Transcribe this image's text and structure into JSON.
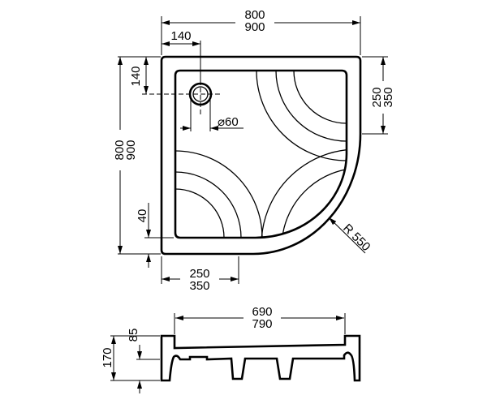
{
  "title": "Quarter-circle shower tray dimension drawing",
  "dimensions": {
    "overall_width_a": "800",
    "overall_width_b": "900",
    "drain_offset_x": "140",
    "drain_offset_y": "140",
    "drain_diameter": "⌀60",
    "overall_depth_a": "800",
    "overall_depth_b": "900",
    "straight_side_a": "250",
    "straight_side_b": "350",
    "rim_width": "40",
    "bottom_straight_a": "250",
    "bottom_straight_b": "350",
    "radius": "R 550"
  },
  "side_view": {
    "inner_length_a": "690",
    "inner_length_b": "790",
    "depth": "85",
    "height": "170"
  }
}
